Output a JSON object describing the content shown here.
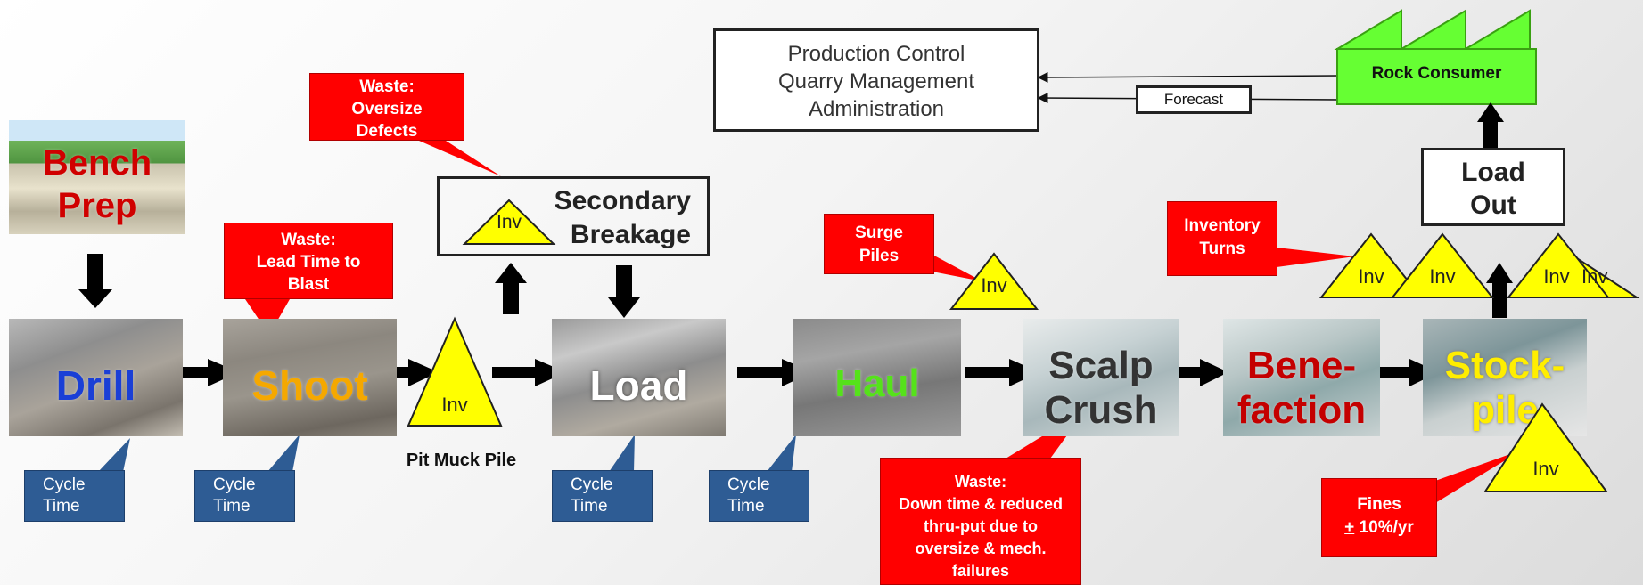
{
  "control": {
    "line1": "Production Control",
    "line2": "Quarry Management",
    "line3": "Administration"
  },
  "forecast": "Forecast",
  "consumer": "Rock Consumer",
  "load_out": {
    "line1": "Load",
    "line2": "Out"
  },
  "secondary": {
    "line1": "Secondary",
    "line2": "Breakage"
  },
  "bench_prep": {
    "line1": "Bench",
    "line2": "Prep"
  },
  "steps": {
    "drill": "Drill",
    "shoot": "Shoot",
    "load": "Load",
    "haul": "Haul",
    "scalp": {
      "line1": "Scalp",
      "line2": "Crush"
    },
    "bene": {
      "line1": "Bene-",
      "line2": "faction"
    },
    "stock": {
      "line1": "Stock-",
      "line2": "pile"
    }
  },
  "inv": "Inv",
  "pit_muck_pile": "Pit Muck Pile",
  "cycle_time": {
    "line1": "Cycle",
    "line2": "Time"
  },
  "callouts": {
    "waste_oversize": {
      "line1": "Waste:",
      "line2": "Oversize",
      "line3": "Defects"
    },
    "waste_lead": {
      "line1": "Waste:",
      "line2": "Lead Time to",
      "line3": "Blast"
    },
    "surge": {
      "line1": "Surge",
      "line2": "Piles"
    },
    "inventory_turns": {
      "line1": "Inventory",
      "line2": "Turns"
    },
    "waste_down": {
      "line1": "Waste:",
      "line2": "Down time & reduced",
      "line3": "thru-put due to",
      "line4": "oversize & mech.",
      "line5": "failures"
    },
    "fines": {
      "line1": "Fines",
      "pm": "+",
      "line2": " 10%/yr"
    }
  },
  "colors": {
    "drill": "#1a3fd6",
    "shoot": "#f5a800",
    "load": "#ffffff",
    "haul": "#55e21a",
    "scalp": "#333333",
    "bene": "#c40000",
    "stock": "#ffee00",
    "bench": "#d00000",
    "waste_red": "#ff0000",
    "cycle_blue": "#2e5c94",
    "inv_yellow": "#ffff00",
    "consumer_green": "#66ff33"
  }
}
